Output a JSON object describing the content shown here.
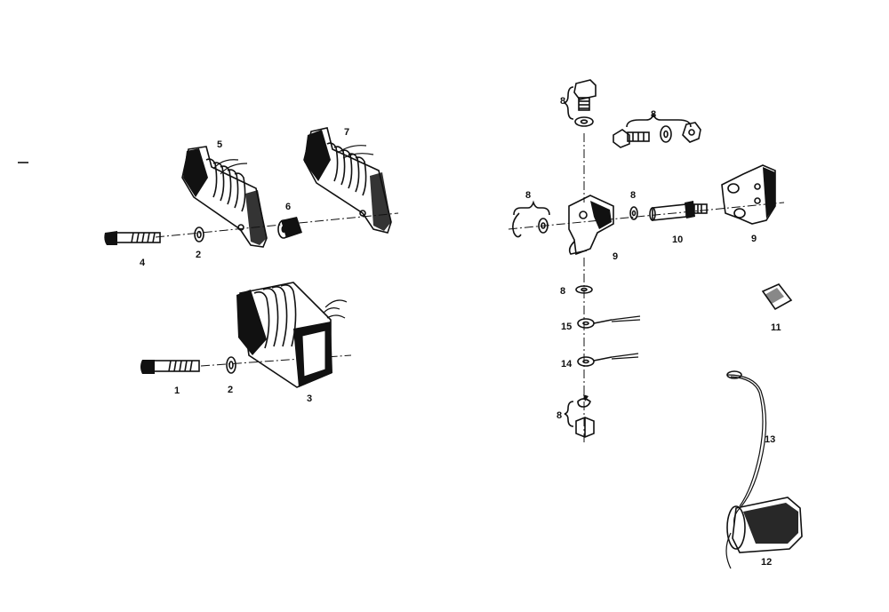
{
  "callouts": {
    "c1": "1",
    "c2a": "2",
    "c2b": "2",
    "c3": "3",
    "c4": "4",
    "c5": "5",
    "c6": "6",
    "c7": "7",
    "c8a": "8",
    "c8b": "8",
    "c8c": "8",
    "c8d": "8",
    "c8e": "8",
    "c8f": "8",
    "c9a": "9",
    "c9b": "9",
    "c10": "10",
    "c11": "11",
    "c12": "12",
    "c13": "13",
    "c14": "14",
    "c15": "15"
  },
  "icons": [
    "coil-icon",
    "bolt-icon",
    "washer-icon",
    "spacer-icon",
    "nut-icon",
    "bracket-icon",
    "terminal-icon",
    "condenser-icon",
    "felt-pad-icon"
  ],
  "colors": {
    "ink": "#111111",
    "paper": "#ffffff"
  }
}
